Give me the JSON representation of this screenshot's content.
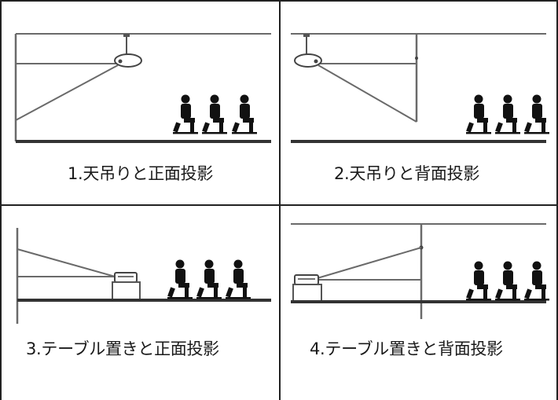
{
  "figure": {
    "panels": [
      {
        "id": "ceiling-front",
        "caption": "1.天吊りと正面投影"
      },
      {
        "id": "ceiling-rear",
        "caption": "2.天吊りと背面投影"
      },
      {
        "id": "table-front",
        "caption": "3.テーブル置きと正面投影"
      },
      {
        "id": "table-rear",
        "caption": "4.テーブル置きと背面投影"
      }
    ],
    "colors": {
      "line": "#6a6a6a",
      "border": "#222222",
      "audience": "#111111",
      "floor": "#333333"
    },
    "icons": [
      "projector-icon",
      "ceiling-mount-icon",
      "audience-icon",
      "table-icon",
      "screen-icon"
    ]
  }
}
